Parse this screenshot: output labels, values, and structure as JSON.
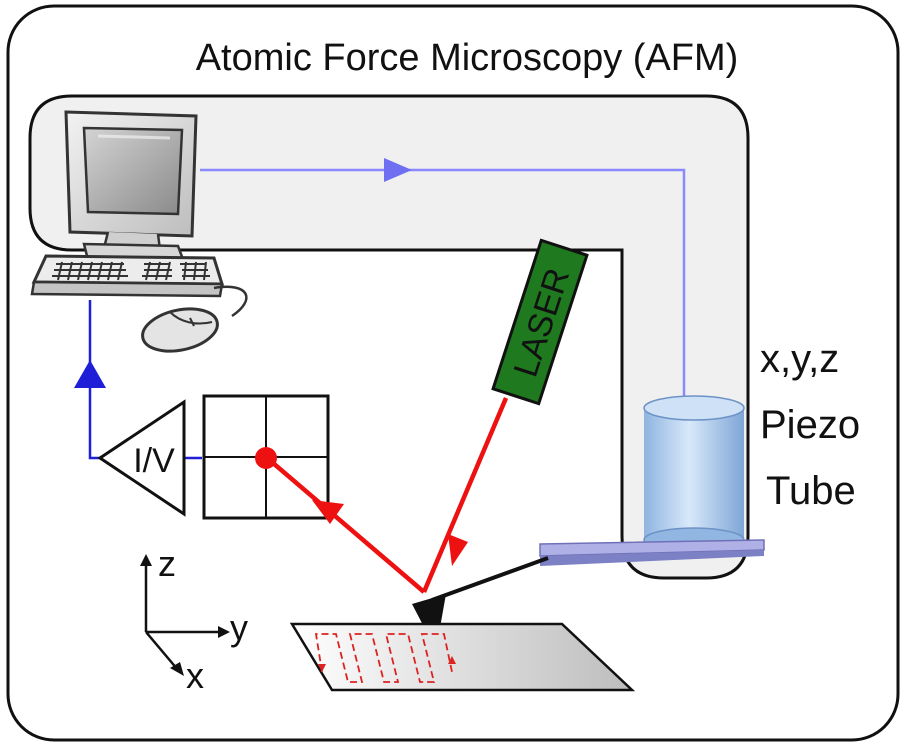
{
  "title": "Atomic Force Microscopy (AFM)",
  "laser_label": "LASER",
  "iv_label": "I/V",
  "piezo_labels": [
    "x,y,z",
    "Piezo",
    "Tube"
  ],
  "axes": {
    "z": "z",
    "y": "y",
    "x": "x"
  },
  "colors": {
    "frame_fill": "#f0f0f0",
    "feedback_line": "#8a8aff",
    "feedback_arrow": "#6f6ff2",
    "signal_line": "#1f1fd8",
    "laser_beam": "#ee1111",
    "laser_body": "#1f7a1f",
    "piezo_tube": "#b9d3f0",
    "cantilever": "#8c8cd0",
    "scan_path": "#dd2222"
  },
  "icons": [
    "computer-monitor-icon",
    "keyboard-icon",
    "mouse-icon"
  ]
}
